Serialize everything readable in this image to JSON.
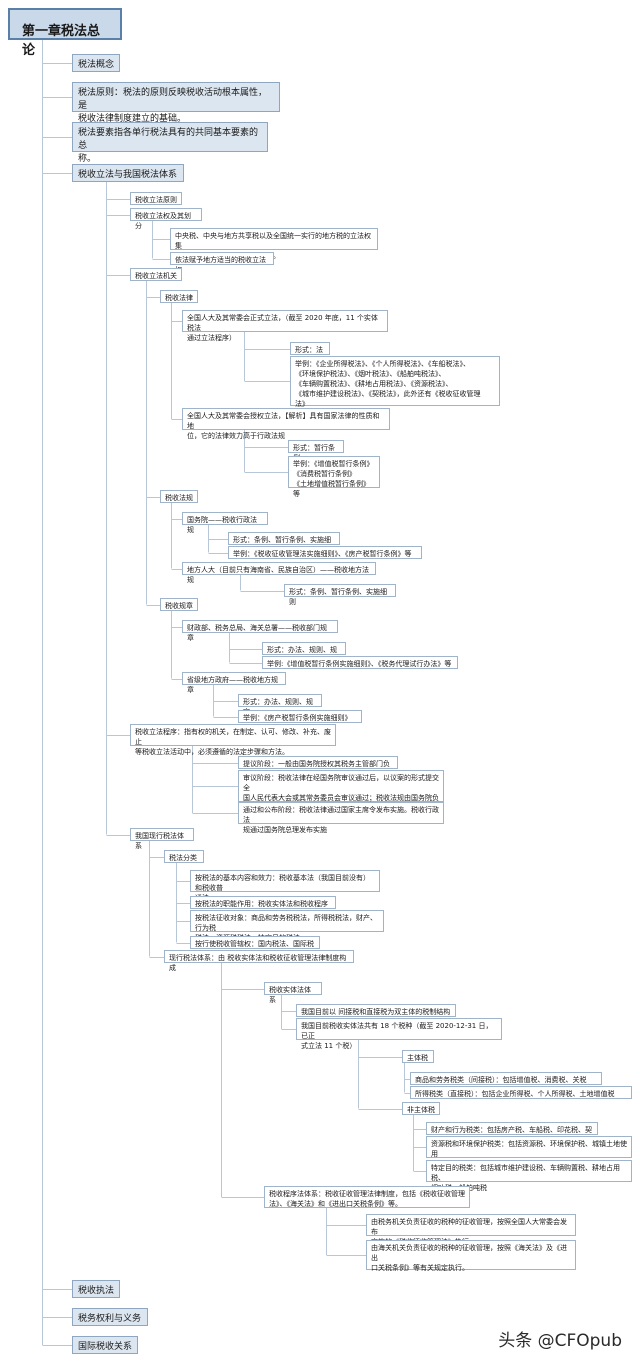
{
  "root": "第一章税法总论",
  "level1": [
    "税法概念",
    "税法原则：税法的原则反映税收活动根本属性，是\n税收法律制度建立的基础。",
    "税法要素指各单行税法具有的共同基本要素的总\n称。",
    "税收立法与我国税法体系",
    "税收执法",
    "税务权利与义务",
    "国际税收关系"
  ],
  "legislation": {
    "principle": "税收立法原则",
    "power": "税收立法权及其划分",
    "power_items": [
      "中央税、中央与地方共享税以及全国统一实行的地方税的立法权集\n中在中央，以保证中央政令统一。",
      "依法赋予地方适当的税收立法权"
    ],
    "organs": "税收立法机关",
    "law": {
      "label": "税收法律",
      "npc": "全国人大及其常委会正式立法，（截至 2020 年底，11 个实体税法\n通过立法程序）",
      "npc_form": "形式：法律",
      "npc_examples": "举例：《企业所得税法》、《个人所得税法》、《车船税法》、\n《环境保护税法》、《烟叶税法》、《船舶吨税法》、\n《车辆购置税法》、《耕地占用税法》、《资源税法》、\n《城市维护建设税法》、《契税法》，此外还有《税收征收管理\n法》",
      "auth": "全国人大及其常委会授权立法，【解析】具有国家法律的性质和地\n位，它的法律效力高于行政法规",
      "auth_form": "形式：暂行条例",
      "auth_examples": "举例：《增值税暂行条例》\n《消费税暂行条例》\n《土地增值税暂行条例》等"
    },
    "regulation": {
      "label": "税收法规",
      "state": "国务院——税收行政法规",
      "state_form": "形式：条例、暂行条例、实施细则",
      "state_examples": "举例：《税收征收管理法实施细则》、《房产税暂行条例》等",
      "local": "地方人大（目前只有海南省、民族自治区）——税收地方法规",
      "local_form": "形式：条例、暂行条例、实施细则"
    },
    "rules": {
      "label": "税收规章",
      "dept": "财政部、税务总局、海关总署——税收部门规章",
      "dept_form": "形式：办法、规则、规定",
      "dept_examples": "举例:《增值税暂行条例实施细则》、《税务代理试行办法》等",
      "prov": "省级地方政府——税收地方规章",
      "prov_form": "形式：办法、规则、规定",
      "prov_examples": "举例：《房产税暂行条例实施细则》等"
    },
    "procedure": "税收立法程序：指有权的机关，在制定、认可、修改、补充、废止\n等税收立法活动中，必须遵循的法定步骤和方法。",
    "stages": [
      "提议阶段：一般由国务院授权其税务主管部门负责",
      "审议阶段：税收法律在经国务院审议通过后，以议案的形式提交全\n国人民代表大会或其常务委员会审议通过；税收法规由国务院负责\n审议",
      "通过和公布阶段：税收法律通过国家主席令发布实施。税收行政法\n规通过国务院总理发布实施"
    ]
  },
  "system": {
    "label": "我国现行税法体系",
    "classify": "税法分类",
    "classify_items": [
      "按税法的基本内容和效力：税收基本法（我国目前没有）和税收普\n通法",
      "按税法的职能作用：税收实体法和税收程序法",
      "按税法征收对象：商品和劳务税税法，所得税税法，财产、行为税\n税法，资源税税法，特定目的税法",
      "按行使税收管辖权：国内税法、国际税法"
    ],
    "current": "现行税法体系：由 税收实体法和税收征收管理法律制度构成",
    "substantive": "税收实体法体系",
    "sub_items": [
      "我国目前以 间接税和直接税为双主体的税制结构",
      "我国目前税收实体法共有 18 个税种（截至 2020-12-31 日，已正\n式立法 11 个税）"
    ],
    "main_tax": "主体税",
    "main_items": [
      "商品和劳务税类（间接税）：包括增值税、消费税、关税",
      "所得税类（直接税）：包括企业所得税、个人所得税、土地增值税"
    ],
    "non_main": "非主体税",
    "non_main_items": [
      "财产和行为税类：包括房产税、车船税、印花税、契税",
      "资源税和环境保护税类：包括资源税、环境保护税、城镇土地使用\n税",
      "特定目的税类：包括城市维护建设税、车辆购置税、耕地占用税、\n烟叶税、船舶吨税"
    ],
    "procedural": "税收程序法体系：税收征收管理法律制度，包括《税收征收管理\n法》、《海关法》和《进出口关税条例》等。",
    "proc_items": [
      "由税务机关负责征收的税种的征收管理，按照全国人大常委会发布\n实施的《税收征收管理法》执行。",
      "由海关机关负责征收的税种的征收管理，按照《海关法》及《进出\n口关税条例》等有关规定执行。"
    ]
  },
  "watermark": "头条 @CFOpub"
}
